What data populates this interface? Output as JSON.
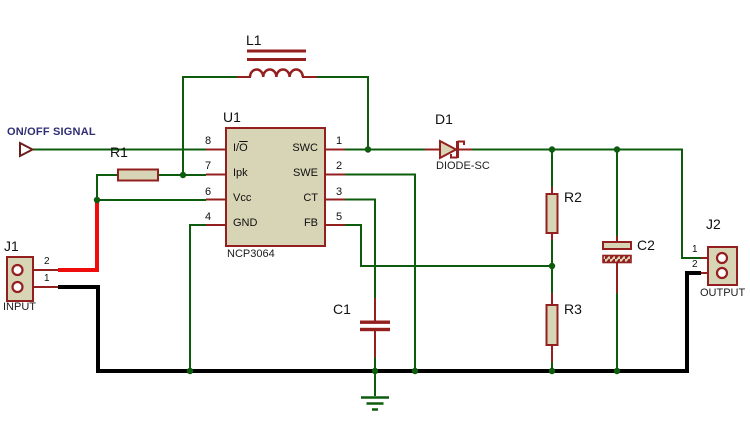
{
  "colors": {
    "wire_green": "#0d5c0d",
    "component_outline_red": "#941f1f",
    "component_fill_tan": "#d8d4b6",
    "power_wire_red": "#ee0c0c",
    "ground_wire_black": "#000000",
    "signal_label_navy": "#2e2e72"
  },
  "signal": {
    "label": "ON/OFF SIGNAL"
  },
  "components": {
    "l1": {
      "ref": "L1"
    },
    "u1": {
      "ref": "U1",
      "part": "NCP3064",
      "pins_left": [
        {
          "num": "8",
          "name_prefix": "I/",
          "name_overline": "O"
        },
        {
          "num": "7",
          "name": "Ipk"
        },
        {
          "num": "6",
          "name": "Vcc"
        },
        {
          "num": "4",
          "name": "GND"
        }
      ],
      "pins_right": [
        {
          "num": "1",
          "name": "SWC"
        },
        {
          "num": "2",
          "name": "SWE"
        },
        {
          "num": "3",
          "name": "CT"
        },
        {
          "num": "5",
          "name": "FB"
        }
      ]
    },
    "r1": {
      "ref": "R1"
    },
    "r2": {
      "ref": "R2"
    },
    "r3": {
      "ref": "R3"
    },
    "c1": {
      "ref": "C1"
    },
    "c2": {
      "ref": "C2"
    },
    "d1": {
      "ref": "D1",
      "part": "DIODE-SC"
    },
    "j1": {
      "ref": "J1",
      "part": "INPUT",
      "pins": [
        {
          "num": "2"
        },
        {
          "num": "1"
        }
      ]
    },
    "j2": {
      "ref": "J2",
      "part": "OUTPUT",
      "pins": [
        {
          "num": "1"
        },
        {
          "num": "2"
        }
      ]
    }
  }
}
